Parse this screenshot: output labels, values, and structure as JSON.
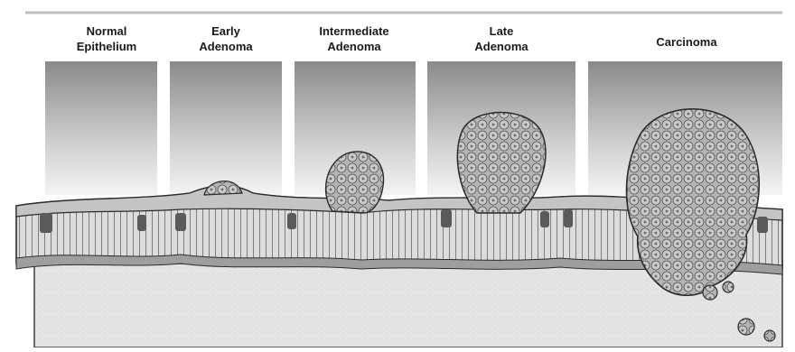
{
  "stages": [
    {
      "line1": "Normal",
      "line2": "Epithelium"
    },
    {
      "line1": "Early",
      "line2": "Adenoma"
    },
    {
      "line1": "Intermediate",
      "line2": "Adenoma"
    },
    {
      "line1": "Late",
      "line2": "Adenoma"
    },
    {
      "line1": "Carcinoma",
      "line2": ""
    }
  ],
  "colors": {
    "panel_top": "#8c8c8c",
    "panel_bottom": "#f2f2f2",
    "tissue": "#d9d9d9",
    "stroma": "#e6e6e6",
    "tumor": "#a8a8a8",
    "outline": "#2b2b2b"
  }
}
